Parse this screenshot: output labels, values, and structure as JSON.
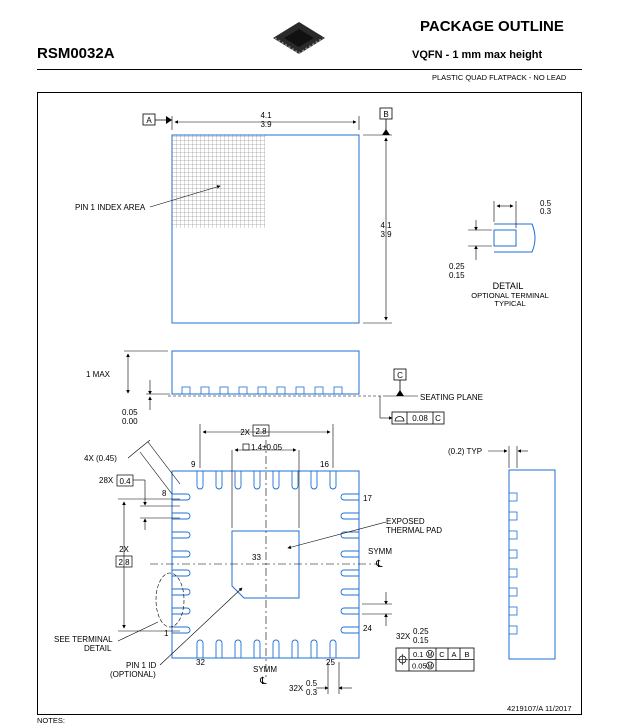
{
  "header": {
    "title": "PACKAGE OUTLINE",
    "part_number": "RSM0032A",
    "package_type": "VQFN - 1 mm max height",
    "package_desc": "PLASTIC QUAD FLATPACK - NO LEAD",
    "logo_icon": "chip-package-icon"
  },
  "top_view": {
    "datum_a": "A",
    "datum_b": "B",
    "width_max": "4.1",
    "width_min": "3.9",
    "height_max": "4.1",
    "height_min": "3.9",
    "pin1_index_label": "PIN 1 INDEX AREA"
  },
  "detail": {
    "dim_top_max": "0.5",
    "dim_top_min": "0.3",
    "dim_side_max": "0.25",
    "dim_side_min": "0.15",
    "title": "DETAIL",
    "subtitle_1": "OPTIONAL TERMINAL",
    "subtitle_2": "TYPICAL"
  },
  "side_view": {
    "max_height": "1 MAX",
    "standoff_max": "0.05",
    "standoff_min": "0.00",
    "datum_c": "C",
    "seating_plane": "SEATING PLANE",
    "flatness_value": "0.08",
    "flatness_datum": "C"
  },
  "bottom_view": {
    "pitch_count": "2X",
    "pitch_value": "2.8",
    "pad_size": "1.4±0.05",
    "corner_chamfer": "4X (0.45)",
    "lead_width_count": "28X",
    "lead_width_value": "0.4",
    "vertical_count": "2X",
    "vertical_value": "2.8",
    "pin_9": "9",
    "pin_16": "16",
    "pin_8": "8",
    "pin_17": "17",
    "pin_33": "33",
    "pin_1": "1",
    "pin_24": "24",
    "pin_32": "32",
    "pin_25": "25",
    "exposed_pad_1": "EXPOSED",
    "exposed_pad_2": "THERMAL PAD",
    "symm_label": "SYMM",
    "centerline": "℄",
    "see_terminal_1": "SEE TERMINAL",
    "see_terminal_2": "DETAIL",
    "pin1_id_1": "PIN 1 ID",
    "pin1_id_2": "(OPTIONAL)",
    "lead_len_count": "32X",
    "lead_len_max": "0.5",
    "lead_len_min": "0.3",
    "lead_width2_count": "32X",
    "lead_width2_max": "0.25",
    "lead_width2_min": "0.15",
    "tol_pos_1": "0.1",
    "tol_datum_c": "C",
    "tol_datum_a": "A",
    "tol_datum_b": "B",
    "tol_pos_2": "0.05",
    "typ_label": "(0.2) TYP"
  },
  "footer": {
    "doc_number": "4219107/A   11/2017",
    "notes": "NOTES:"
  },
  "colors": {
    "outline": "#1f6fd6",
    "dim": "#000000"
  }
}
